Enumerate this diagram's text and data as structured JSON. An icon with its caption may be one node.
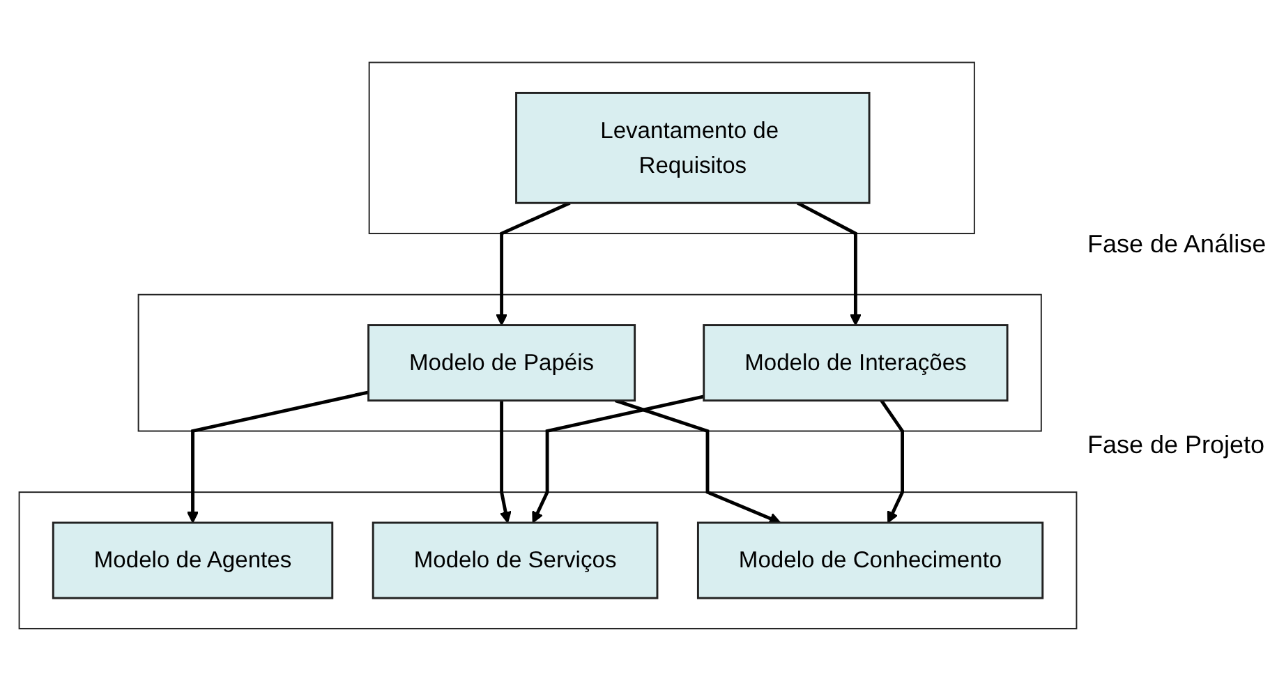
{
  "diagram": {
    "nodes": [
      {
        "text": [],
        "shape": "band"
      },
      {
        "text": [
          "Levantamento de Requisitos"
        ],
        "in": 0
      },
      {
        "text": [],
        "shape": "band"
      },
      {
        "text": [
          "Modelo de Papéis"
        ],
        "in": 2
      },
      {
        "text": [
          "Modelo de Interações"
        ],
        "in": 2
      },
      {
        "text": [],
        "shape": "band"
      },
      {
        "text": [
          "Modelo de Agentes"
        ],
        "in": 5
      },
      {
        "text": [
          "Modelo de Serviços"
        ],
        "in": 5
      },
      {
        "text": [
          "Modelo de Conhecimento"
        ],
        "in": 5
      }
    ],
    "edges": [
      {
        "from": 1,
        "to": 3,
        "arrow": "to"
      },
      {
        "from": 1,
        "to": 4,
        "arrow": "to"
      },
      {
        "from": 3,
        "to": 6,
        "arrow": "to"
      },
      {
        "from": 3,
        "to": 7,
        "arrow": "to"
      },
      {
        "from": 3,
        "to": 8,
        "arrow": "to"
      },
      {
        "from": 4,
        "to": 7,
        "arrow": "to"
      },
      {
        "from": 4,
        "to": 8,
        "arrow": "to"
      }
    ],
    "labels": [
      "Fase de Análise",
      "Fase de Projeto"
    ]
  }
}
